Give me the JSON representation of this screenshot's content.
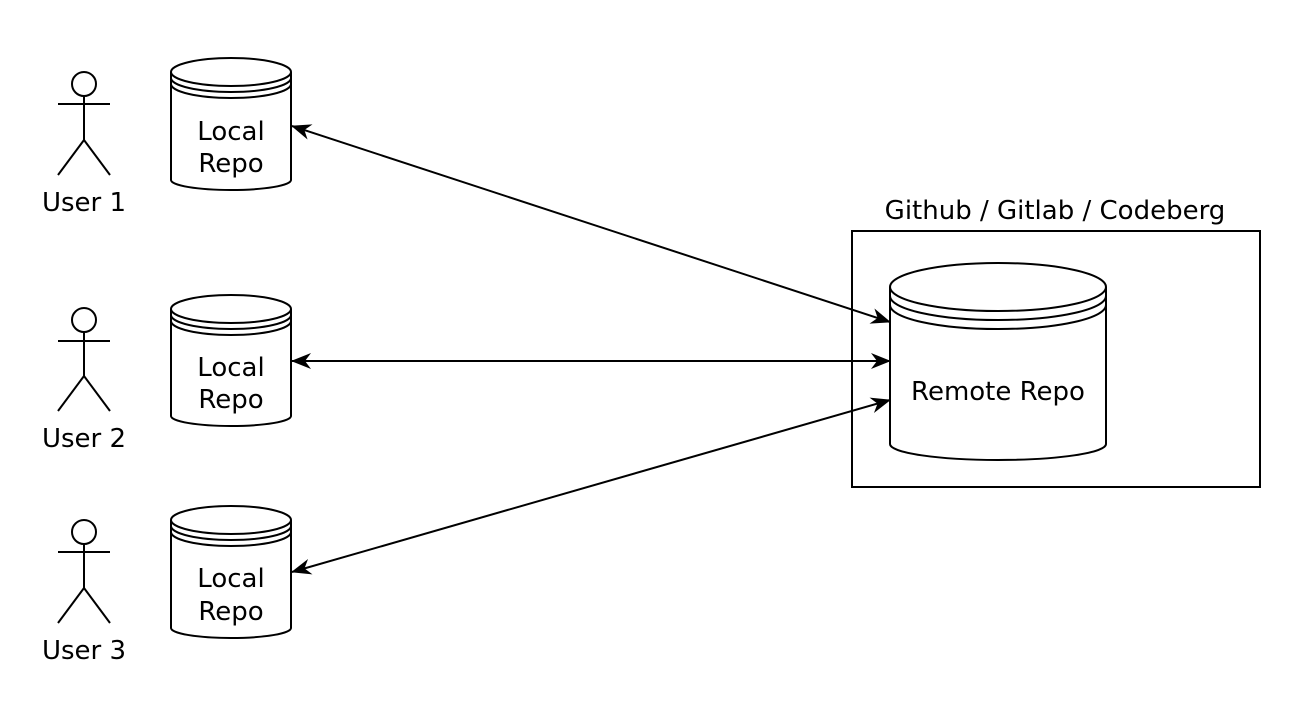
{
  "users": [
    {
      "label": "User 1"
    },
    {
      "label": "User 2"
    },
    {
      "label": "User 3"
    }
  ],
  "local_repos": [
    {
      "line1": "Local",
      "line2": "Repo"
    },
    {
      "line1": "Local",
      "line2": "Repo"
    },
    {
      "line1": "Local",
      "line2": "Repo"
    }
  ],
  "remote": {
    "container_label": "Github / Gitlab / Codeberg",
    "repo_label": "Remote Repo"
  },
  "connections": [
    {
      "from": "local-repo-1",
      "to": "remote-repo",
      "direction": "bidirectional"
    },
    {
      "from": "local-repo-2",
      "to": "remote-repo",
      "direction": "bidirectional"
    },
    {
      "from": "local-repo-3",
      "to": "remote-repo",
      "direction": "bidirectional"
    }
  ],
  "colors": {
    "stroke": "#000000",
    "background": "#ffffff"
  }
}
